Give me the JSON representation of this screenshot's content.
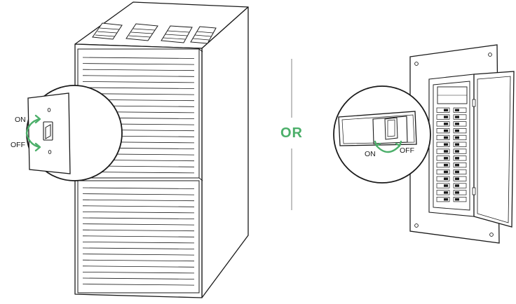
{
  "switch_labels": {
    "on": "ON",
    "off": "OFF"
  },
  "breaker_labels": {
    "on": "ON",
    "off": "OFF"
  },
  "separator_text": "OR",
  "colors": {
    "line": "#1a1a1a",
    "accent": "#4caf6a",
    "background": "#ffffff"
  }
}
